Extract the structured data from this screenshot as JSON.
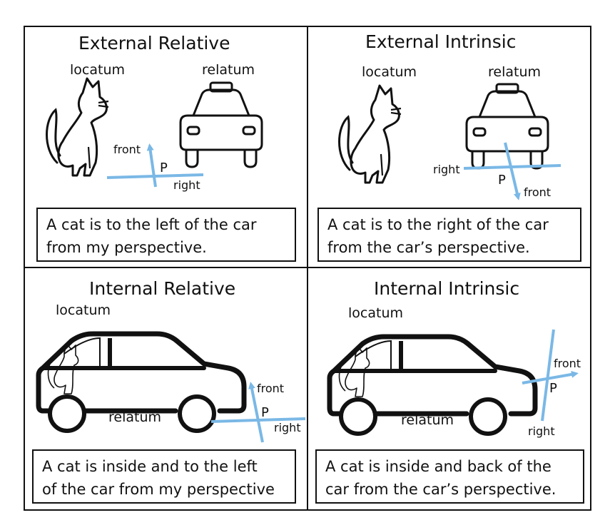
{
  "panels": [
    {
      "title": "External Relative",
      "locatum": "locatum",
      "relatum": "relatum",
      "front": "front",
      "right": "right",
      "point": "P",
      "caption": [
        "A cat is to the left of the car",
        "from my perspective."
      ]
    },
    {
      "title": "External Intrinsic",
      "locatum": "locatum",
      "relatum": "relatum",
      "front": "front",
      "right": "right",
      "point": "P",
      "caption": [
        "A cat is to the right of the car",
        "from the car’s perspective."
      ]
    },
    {
      "title": "Internal Relative",
      "locatum": "locatum",
      "relatum": "relatum",
      "front": "front",
      "right": "right",
      "point": "P",
      "caption": [
        "A cat is inside and to the left",
        "of the car from my perspective"
      ]
    },
    {
      "title": "Internal Intrinsic",
      "locatum": "locatum",
      "relatum": "relatum",
      "front": "front",
      "right": "right",
      "point": "P",
      "caption": [
        "A cat is inside and back of the",
        "car from the car’s perspective."
      ]
    }
  ],
  "colors": {
    "axis": "#7ab8e6",
    "ink": "#111111"
  }
}
